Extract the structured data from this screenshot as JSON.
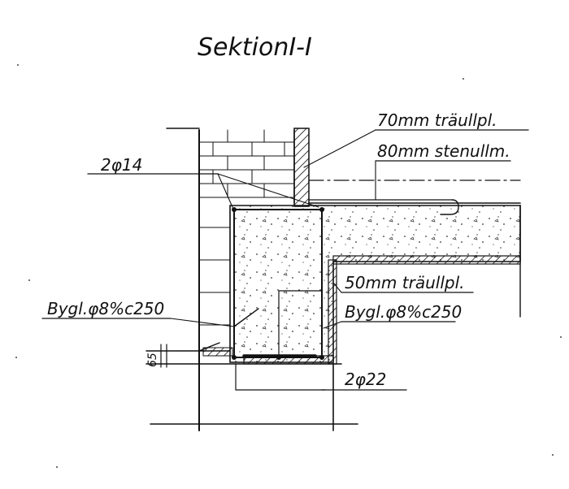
{
  "title": "SektionI-I",
  "annotations": {
    "insulation_70": "70mm träullpl.",
    "insulation_80": "80mm stenullm.",
    "rebar_top": "2φ14",
    "stirrup_left": "Bygl.φ8%c250",
    "insulation_50": "50mm träullpl.",
    "stirrup_right": "Bygl.φ8%c250",
    "rebar_bottom": "2φ22",
    "dimension": "65"
  }
}
